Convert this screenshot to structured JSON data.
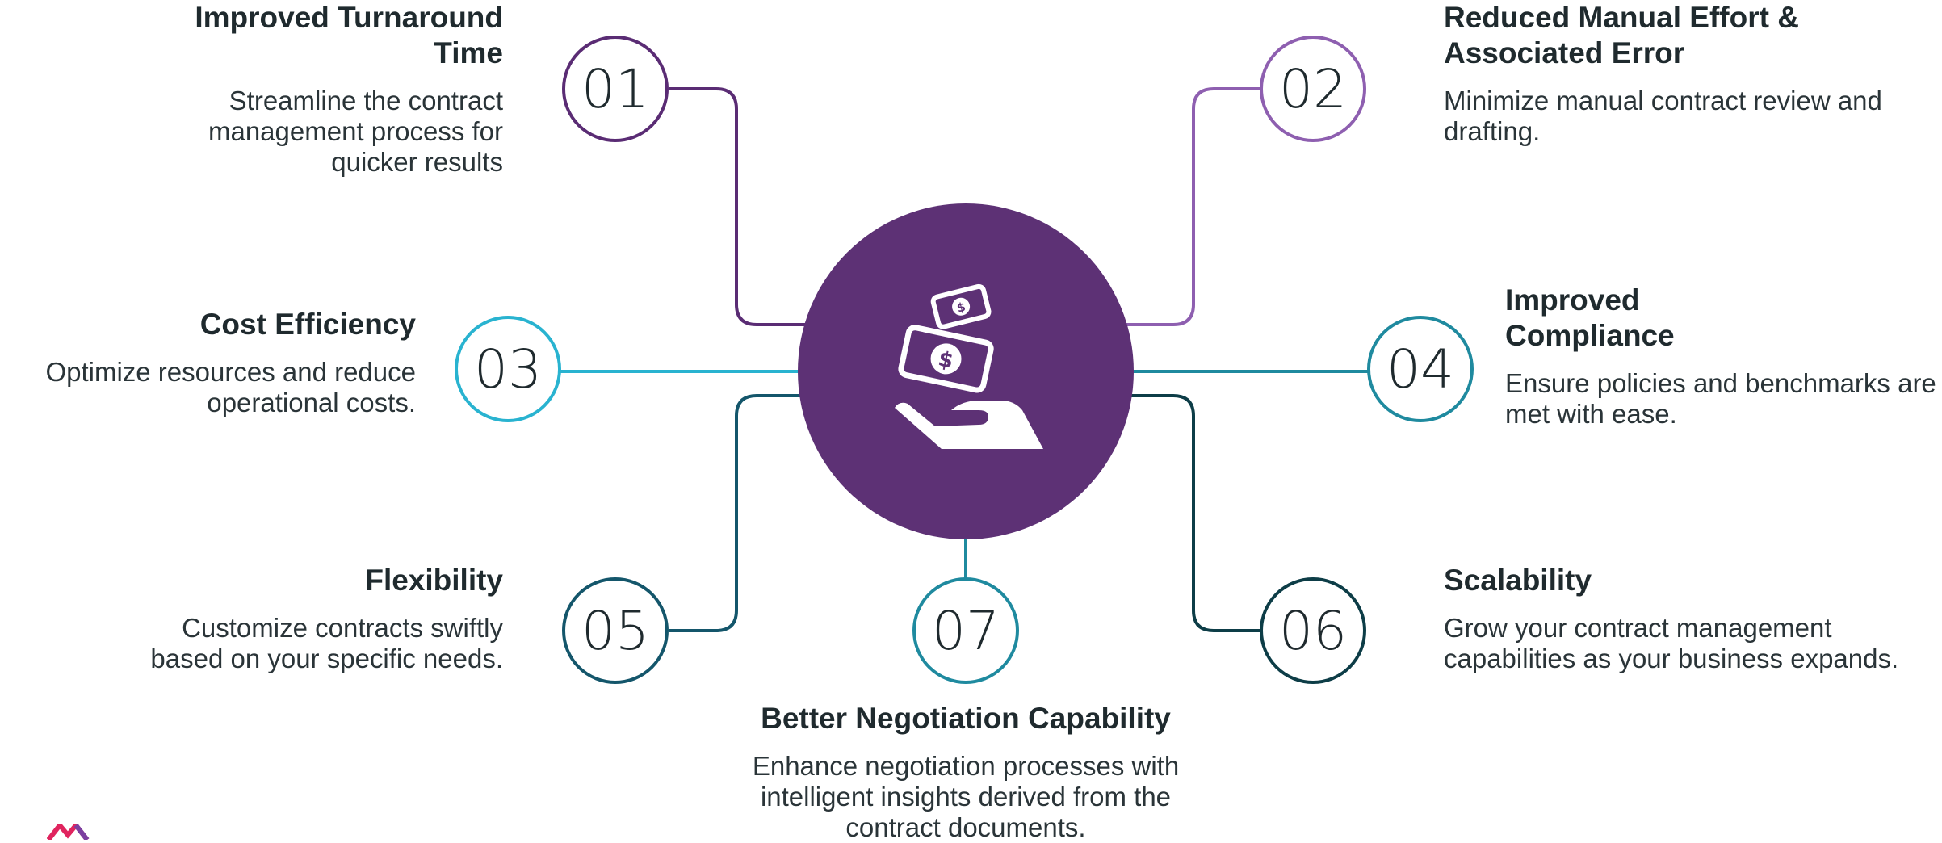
{
  "colors": {
    "center": "#5d3175",
    "c01": "#5a2c74",
    "c02": "#8e5fb0",
    "c03": "#29b3d0",
    "c04": "#1f8a9f",
    "c05": "#14566b",
    "c06": "#0d3d47",
    "c07": "#1f8a9f"
  },
  "icons": {
    "center": "money-hand-icon",
    "logo": "brand-logo-icon"
  },
  "nodes": [
    {
      "num": "01",
      "title": "Improved Turnaround Time",
      "desc": "Streamline the contract management process for quicker results"
    },
    {
      "num": "02",
      "title": "Reduced Manual Effort & Associated Error",
      "desc": "Minimize manual contract review and drafting."
    },
    {
      "num": "03",
      "title": "Cost Efficiency",
      "desc": "Optimize resources and reduce operational costs."
    },
    {
      "num": "04",
      "title": "Improved Compliance",
      "desc": "Ensure policies and benchmarks are met with ease."
    },
    {
      "num": "05",
      "title": "Flexibility",
      "desc": "Customize contracts swiftly based on your specific needs."
    },
    {
      "num": "06",
      "title": "Scalability",
      "desc": "Grow your contract management capabilities as your business expands."
    },
    {
      "num": "07",
      "title": "Better Negotiation Capability",
      "desc": "Enhance negotiation processes with intelligent insights derived from the contract documents."
    }
  ]
}
